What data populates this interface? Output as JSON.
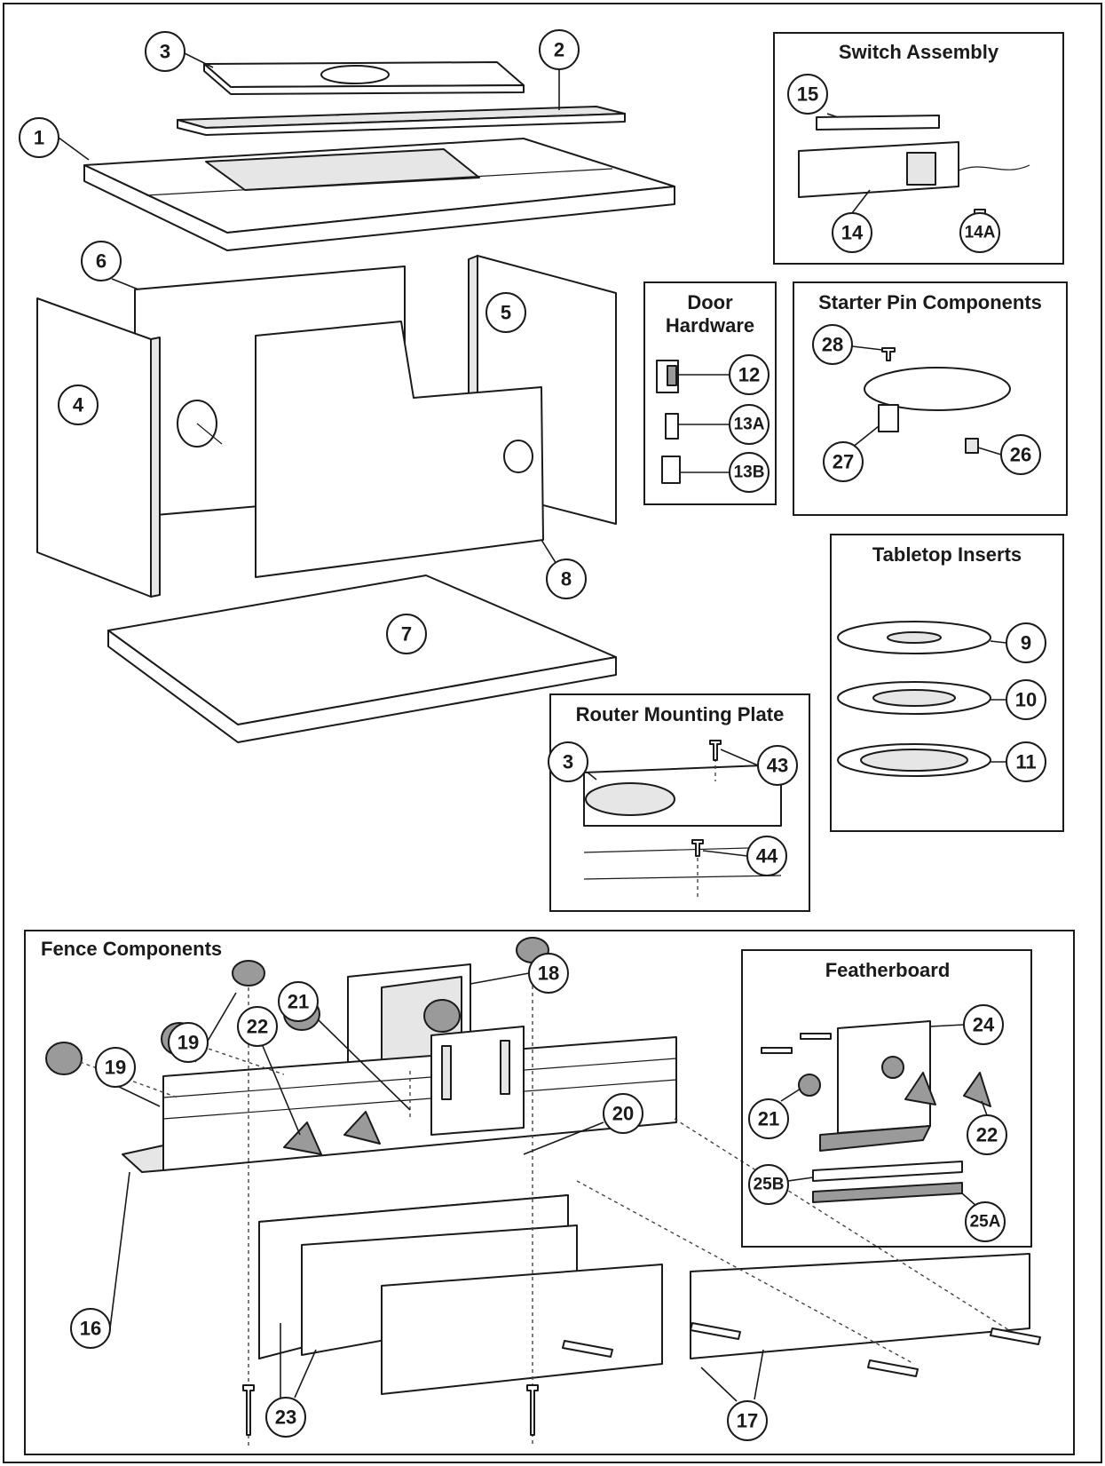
{
  "boxes": {
    "switch_assembly": "Switch Assembly",
    "door_hardware_line1": "Door",
    "door_hardware_line2": "Hardware",
    "starter_pin": "Starter Pin Components",
    "tabletop_inserts": "Tabletop Inserts",
    "router_plate": "Router Mounting Plate",
    "fence": "Fence Components",
    "featherboard": "Featherboard"
  },
  "callouts": {
    "c1": "1",
    "c2": "2",
    "c3": "3",
    "c4": "4",
    "c5": "5",
    "c6": "6",
    "c7": "7",
    "c8": "8",
    "c9": "9",
    "c10": "10",
    "c11": "11",
    "c12": "12",
    "c13a": "13A",
    "c13b": "13B",
    "c14": "14",
    "c14a": "14A",
    "c15": "15",
    "c26": "26",
    "c27": "27",
    "c28": "28",
    "c3b": "3",
    "c43": "43",
    "c44": "44",
    "c16": "16",
    "c17": "17",
    "c18": "18",
    "c19a": "19",
    "c19b": "19",
    "c20": "20",
    "c21a": "21",
    "c22a": "22",
    "c23": "23",
    "c24": "24",
    "c21b": "21",
    "c22b": "22",
    "c25a": "25A",
    "c25b": "25B"
  }
}
